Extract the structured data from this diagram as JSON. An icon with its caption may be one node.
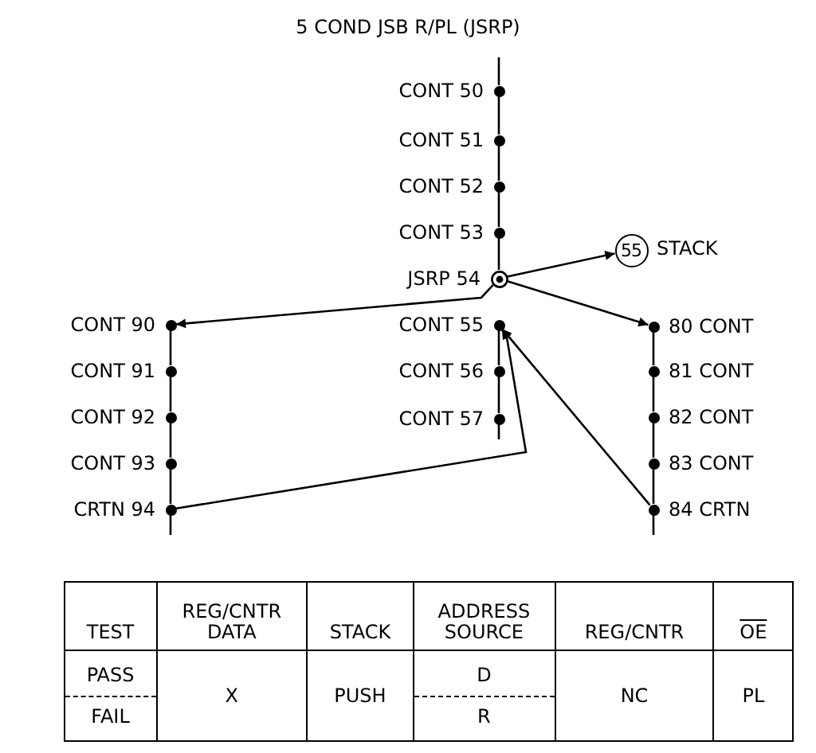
{
  "diagram": {
    "title": "5 COND JSB R/PL (JSRP)",
    "nodes": [
      {
        "text": [
          "CONT 50"
        ]
      },
      {
        "text": [
          "CONT 51"
        ]
      },
      {
        "text": [
          "CONT 52"
        ]
      },
      {
        "text": [
          "CONT 53"
        ]
      },
      {
        "text": [
          "JSRP 54"
        ]
      },
      {
        "text": [
          "55"
        ],
        "beside": [
          "STACK"
        ]
      },
      {
        "text": [
          "CONT 55"
        ]
      },
      {
        "text": [
          "CONT 56"
        ]
      },
      {
        "text": [
          "CONT 57"
        ]
      },
      {
        "text": [
          "CONT 90"
        ]
      },
      {
        "text": [
          "CONT 91"
        ]
      },
      {
        "text": [
          "CONT 92"
        ]
      },
      {
        "text": [
          "CONT 93"
        ]
      },
      {
        "text": [
          "CRTN 94"
        ]
      },
      {
        "text": [
          "80 CONT"
        ]
      },
      {
        "text": [
          "81 CONT"
        ]
      },
      {
        "text": [
          "82 CONT"
        ]
      },
      {
        "text": [
          "83 CONT"
        ]
      },
      {
        "text": [
          "84 CRTN"
        ]
      }
    ],
    "edges": [
      {
        "from": null,
        "to": 0,
        "arrow": "none"
      },
      {
        "from": 0,
        "to": 1,
        "arrow": "none"
      },
      {
        "from": 1,
        "to": 2,
        "arrow": "none"
      },
      {
        "from": 2,
        "to": 3,
        "arrow": "none"
      },
      {
        "from": 3,
        "to": 4,
        "arrow": "none"
      },
      {
        "from": 4,
        "to": 5,
        "arrow": "to"
      },
      {
        "from": 4,
        "to": 9,
        "arrow": "to"
      },
      {
        "from": 4,
        "to": 14,
        "arrow": "to"
      },
      {
        "from": 6,
        "to": 7,
        "arrow": "none"
      },
      {
        "from": 7,
        "to": 8,
        "arrow": "none"
      },
      {
        "from": 8,
        "to": null,
        "arrow": "none"
      },
      {
        "from": 9,
        "to": 10,
        "arrow": "none"
      },
      {
        "from": 10,
        "to": 11,
        "arrow": "none"
      },
      {
        "from": 11,
        "to": 12,
        "arrow": "none"
      },
      {
        "from": 12,
        "to": 13,
        "arrow": "none"
      },
      {
        "from": 13,
        "to": null,
        "arrow": "none"
      },
      {
        "from": 13,
        "to": 6,
        "arrow": "to"
      },
      {
        "from": 14,
        "to": 15,
        "arrow": "none"
      },
      {
        "from": 15,
        "to": 16,
        "arrow": "none"
      },
      {
        "from": 16,
        "to": 17,
        "arrow": "none"
      },
      {
        "from": 17,
        "to": 18,
        "arrow": "none"
      },
      {
        "from": 18,
        "to": null,
        "arrow": "none"
      },
      {
        "from": 18,
        "to": 6,
        "arrow": "to"
      }
    ],
    "labels": [
      "TEST",
      "REG/CNTR DATA",
      "STACK",
      "ADDRESS SOURCE",
      "REG/CNTR",
      "OE",
      "PASS",
      "FAIL",
      "X",
      "PUSH",
      "D",
      "R",
      "NC",
      "PL"
    ]
  }
}
